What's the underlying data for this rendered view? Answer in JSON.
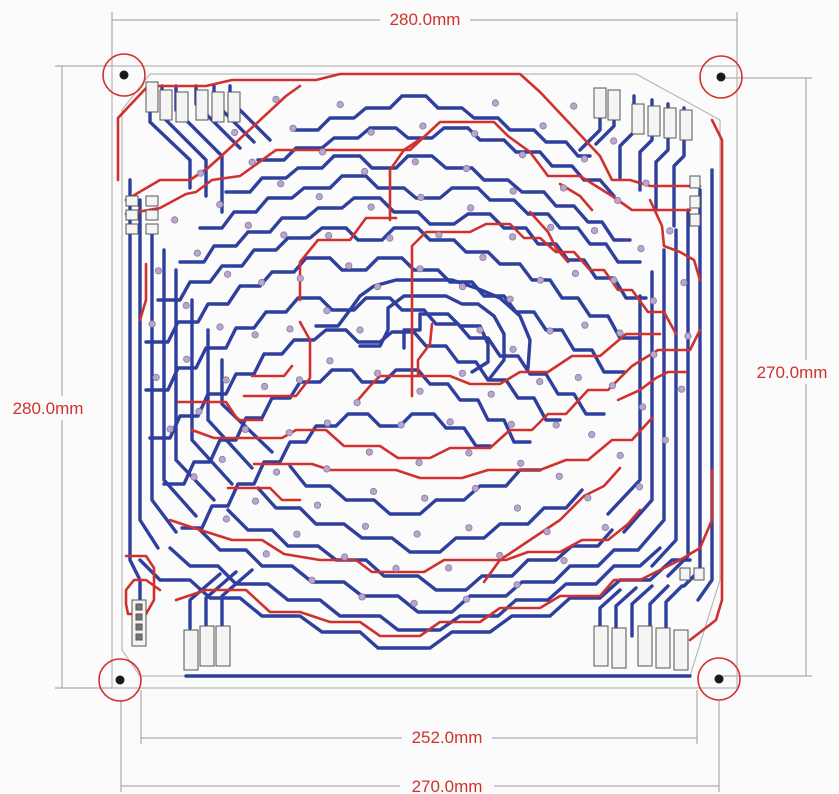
{
  "dimensions": {
    "top_width": "280.0mm",
    "left_height": "280.0mm",
    "right_height": "270.0mm",
    "inner_width": "252.0mm",
    "bottom_width": "270.0mm"
  },
  "colors": {
    "top_layer": "#d0312d",
    "bottom_layer": "#2f3f9e",
    "dimension": "#d0312d",
    "dimension_line": "#9a9a9a",
    "board_outline": "#b8b8b8",
    "mount_circle": "#d0312d"
  },
  "mounting_holes": [
    "top-left",
    "top-right",
    "bottom-left",
    "bottom-right"
  ]
}
